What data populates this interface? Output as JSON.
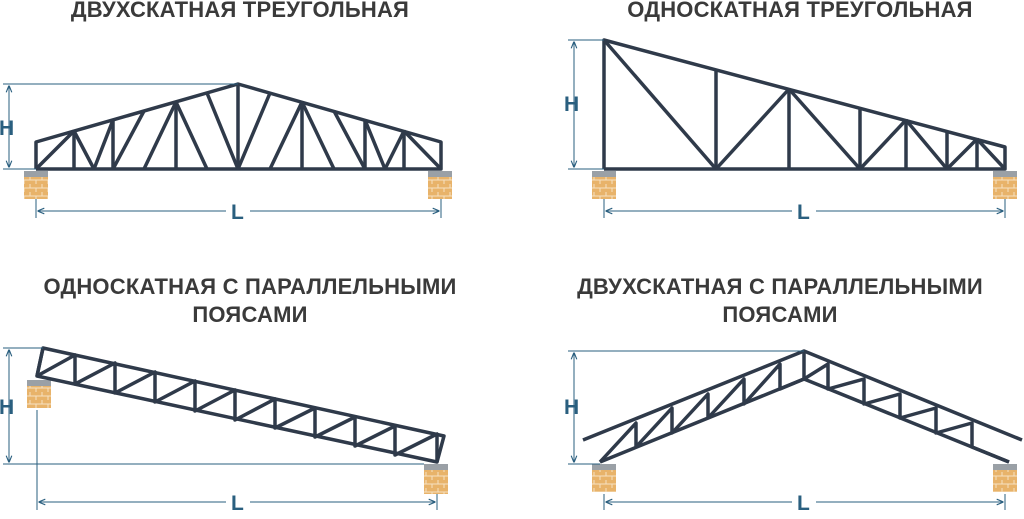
{
  "diagrams": [
    {
      "title": "ДВУХСКАТНАЯ ТРЕУГОЛЬНАЯ",
      "height_label": "H",
      "length_label": "L"
    },
    {
      "title": "ОДНОСКАТНАЯ ТРЕУГОЛЬНАЯ",
      "height_label": "H",
      "length_label": "L"
    },
    {
      "title_line1": "ОДНОСКАТНАЯ С ПАРАЛЛЕЛЬНЫМИ",
      "title_line2": "ПОЯСАМИ",
      "height_label": "H",
      "length_label": "L"
    },
    {
      "title_line1": "ДВУХСКАТНАЯ С ПАРАЛЛЕЛЬНЫМИ",
      "title_line2": "ПОЯСАМИ",
      "height_label": "H",
      "length_label": "L"
    }
  ],
  "colors": {
    "truss": "#2f3a4a",
    "dimension": "#2a5f7f",
    "title": "#3a3a3a",
    "brick": "#e8b36a",
    "brick_cap": "#9aa0a6"
  }
}
